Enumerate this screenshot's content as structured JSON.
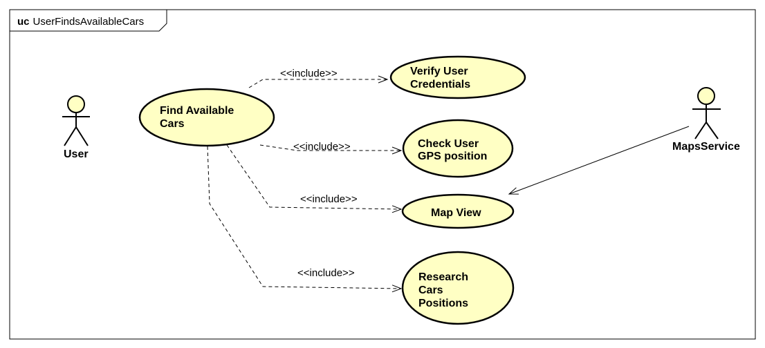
{
  "frame": {
    "keyword": "uc",
    "name": "UserFindsAvailableCars"
  },
  "actors": {
    "user": "User",
    "maps_service": "MapsService"
  },
  "use_cases": {
    "find_available_cars": [
      "Find Available",
      "Cars"
    ],
    "verify_credentials": [
      "Verify User",
      "Credentials"
    ],
    "check_gps": [
      "Check User",
      "GPS position"
    ],
    "map_view": [
      "Map View"
    ],
    "research_positions": [
      "Research",
      "Cars",
      "Positions"
    ]
  },
  "relations": {
    "include_label": "<<include>>"
  },
  "colors": {
    "usecase_fill": "#ffffc4",
    "stroke": "#000000"
  }
}
